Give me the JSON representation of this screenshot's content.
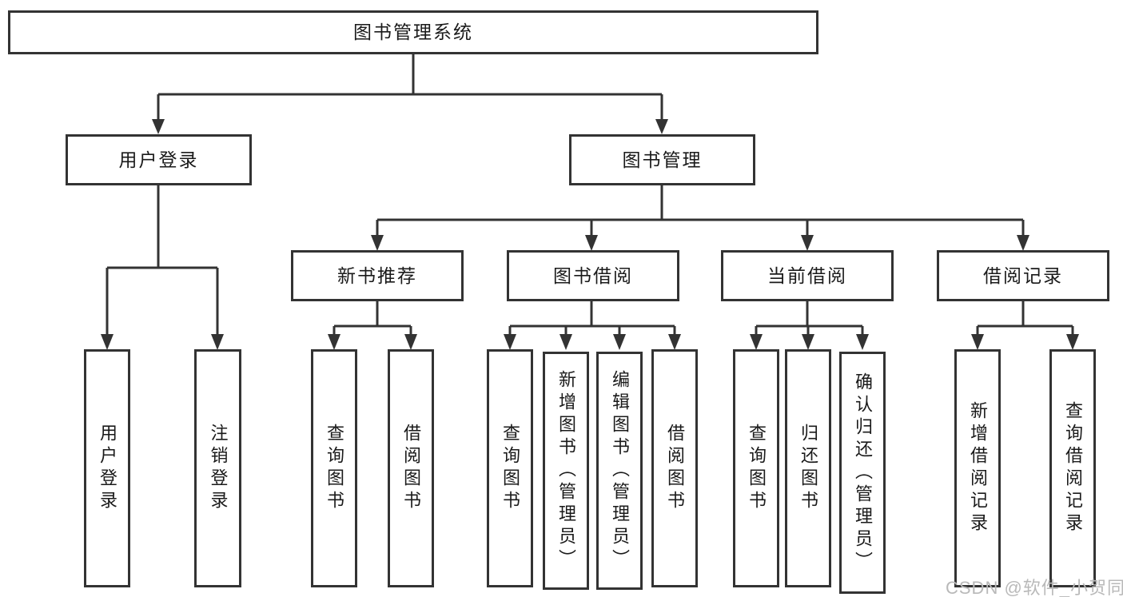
{
  "diagram": {
    "root": {
      "label": "图书管理系统"
    },
    "level1": {
      "user_login": {
        "label": "用户登录"
      },
      "book_management": {
        "label": "图书管理"
      }
    },
    "level2": {
      "new_book_recommend": {
        "label": "新书推荐"
      },
      "book_borrow": {
        "label": "图书借阅"
      },
      "current_borrow": {
        "label": "当前借阅"
      },
      "borrow_records": {
        "label": "借阅记录"
      }
    },
    "leaves": {
      "user_login": [
        "用户登录",
        "注销登录"
      ],
      "new_book_recommend": [
        "查询图书",
        "借阅图书"
      ],
      "book_borrow": [
        "查询图书",
        "新增图书（管理员）",
        "编辑图书（管理员）",
        "借阅图书"
      ],
      "current_borrow": [
        "查询图书",
        "归还图书",
        "确认归还（管理员）"
      ],
      "borrow_records": [
        "新增借阅记录",
        "查询借阅记录"
      ]
    }
  },
  "watermark": {
    "text": "CSDN @软件_小贺同学"
  },
  "colors": {
    "line": "#333333",
    "text": "#1a1a1a",
    "background": "#ffffff",
    "watermark": "#b9b9b9"
  }
}
